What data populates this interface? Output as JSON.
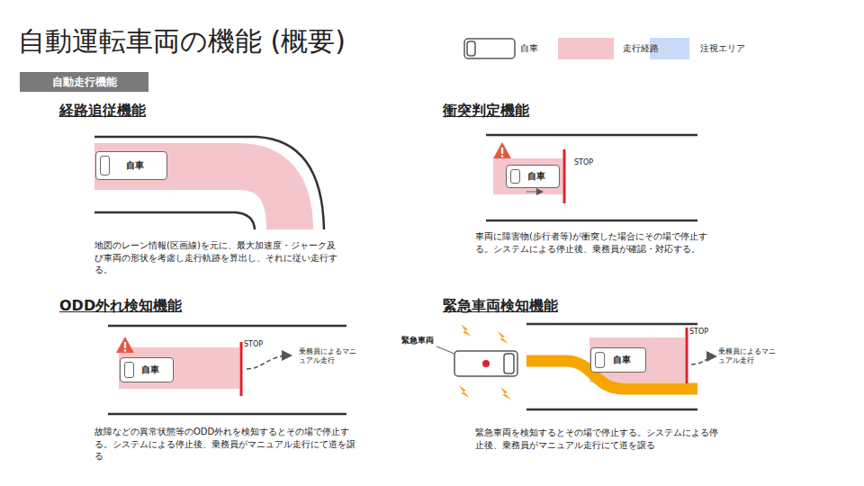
{
  "diagram": {
    "title": "自動運転車両の機能 (概要)",
    "nodes": [
      {
        "text": [
          "自動走行機能"
        ]
      },
      {
        "text": [
          "自車"
        ]
      },
      {
        "text": [
          "自車"
        ]
      },
      {
        "text": [
          "自車"
        ]
      },
      {
        "text": [
          "自車"
        ]
      }
    ],
    "labels": [
      "経路追従機能",
      "地図のレーン情報(区画線)を元に、最大加速度・ジャーク及び車両の形状を考慮し走行軌跡を算出し、それに従い走行する。",
      "衝突判定機能",
      "STOP",
      "車両に障害物(歩行者等)が衝突した場合にその場で停止する。システムによる停止後、乗務員が確認・対応する。",
      "ODD外れ検知機能",
      "STOP",
      "乗務員によるマニュアル走行",
      "故障などの異常状態等のODD外れを検知するとその場で停止する。システムによる停止後、乗務員がマニュアル走行にて道を譲る",
      "緊急車両検知機能",
      "緊急車両",
      "STOP",
      "乗務員によるマニュアル走行",
      "緊急車両を検知するとその場で停止する。システムによる停止後、乗務員がマニュアル走行にて道を譲る"
    ],
    "legend": [
      {
        "text": "自車"
      },
      {
        "text": "走行経路",
        "color": "#f4c6cb"
      },
      {
        "text": "注視エリア",
        "color": "#c9daf8"
      }
    ]
  }
}
